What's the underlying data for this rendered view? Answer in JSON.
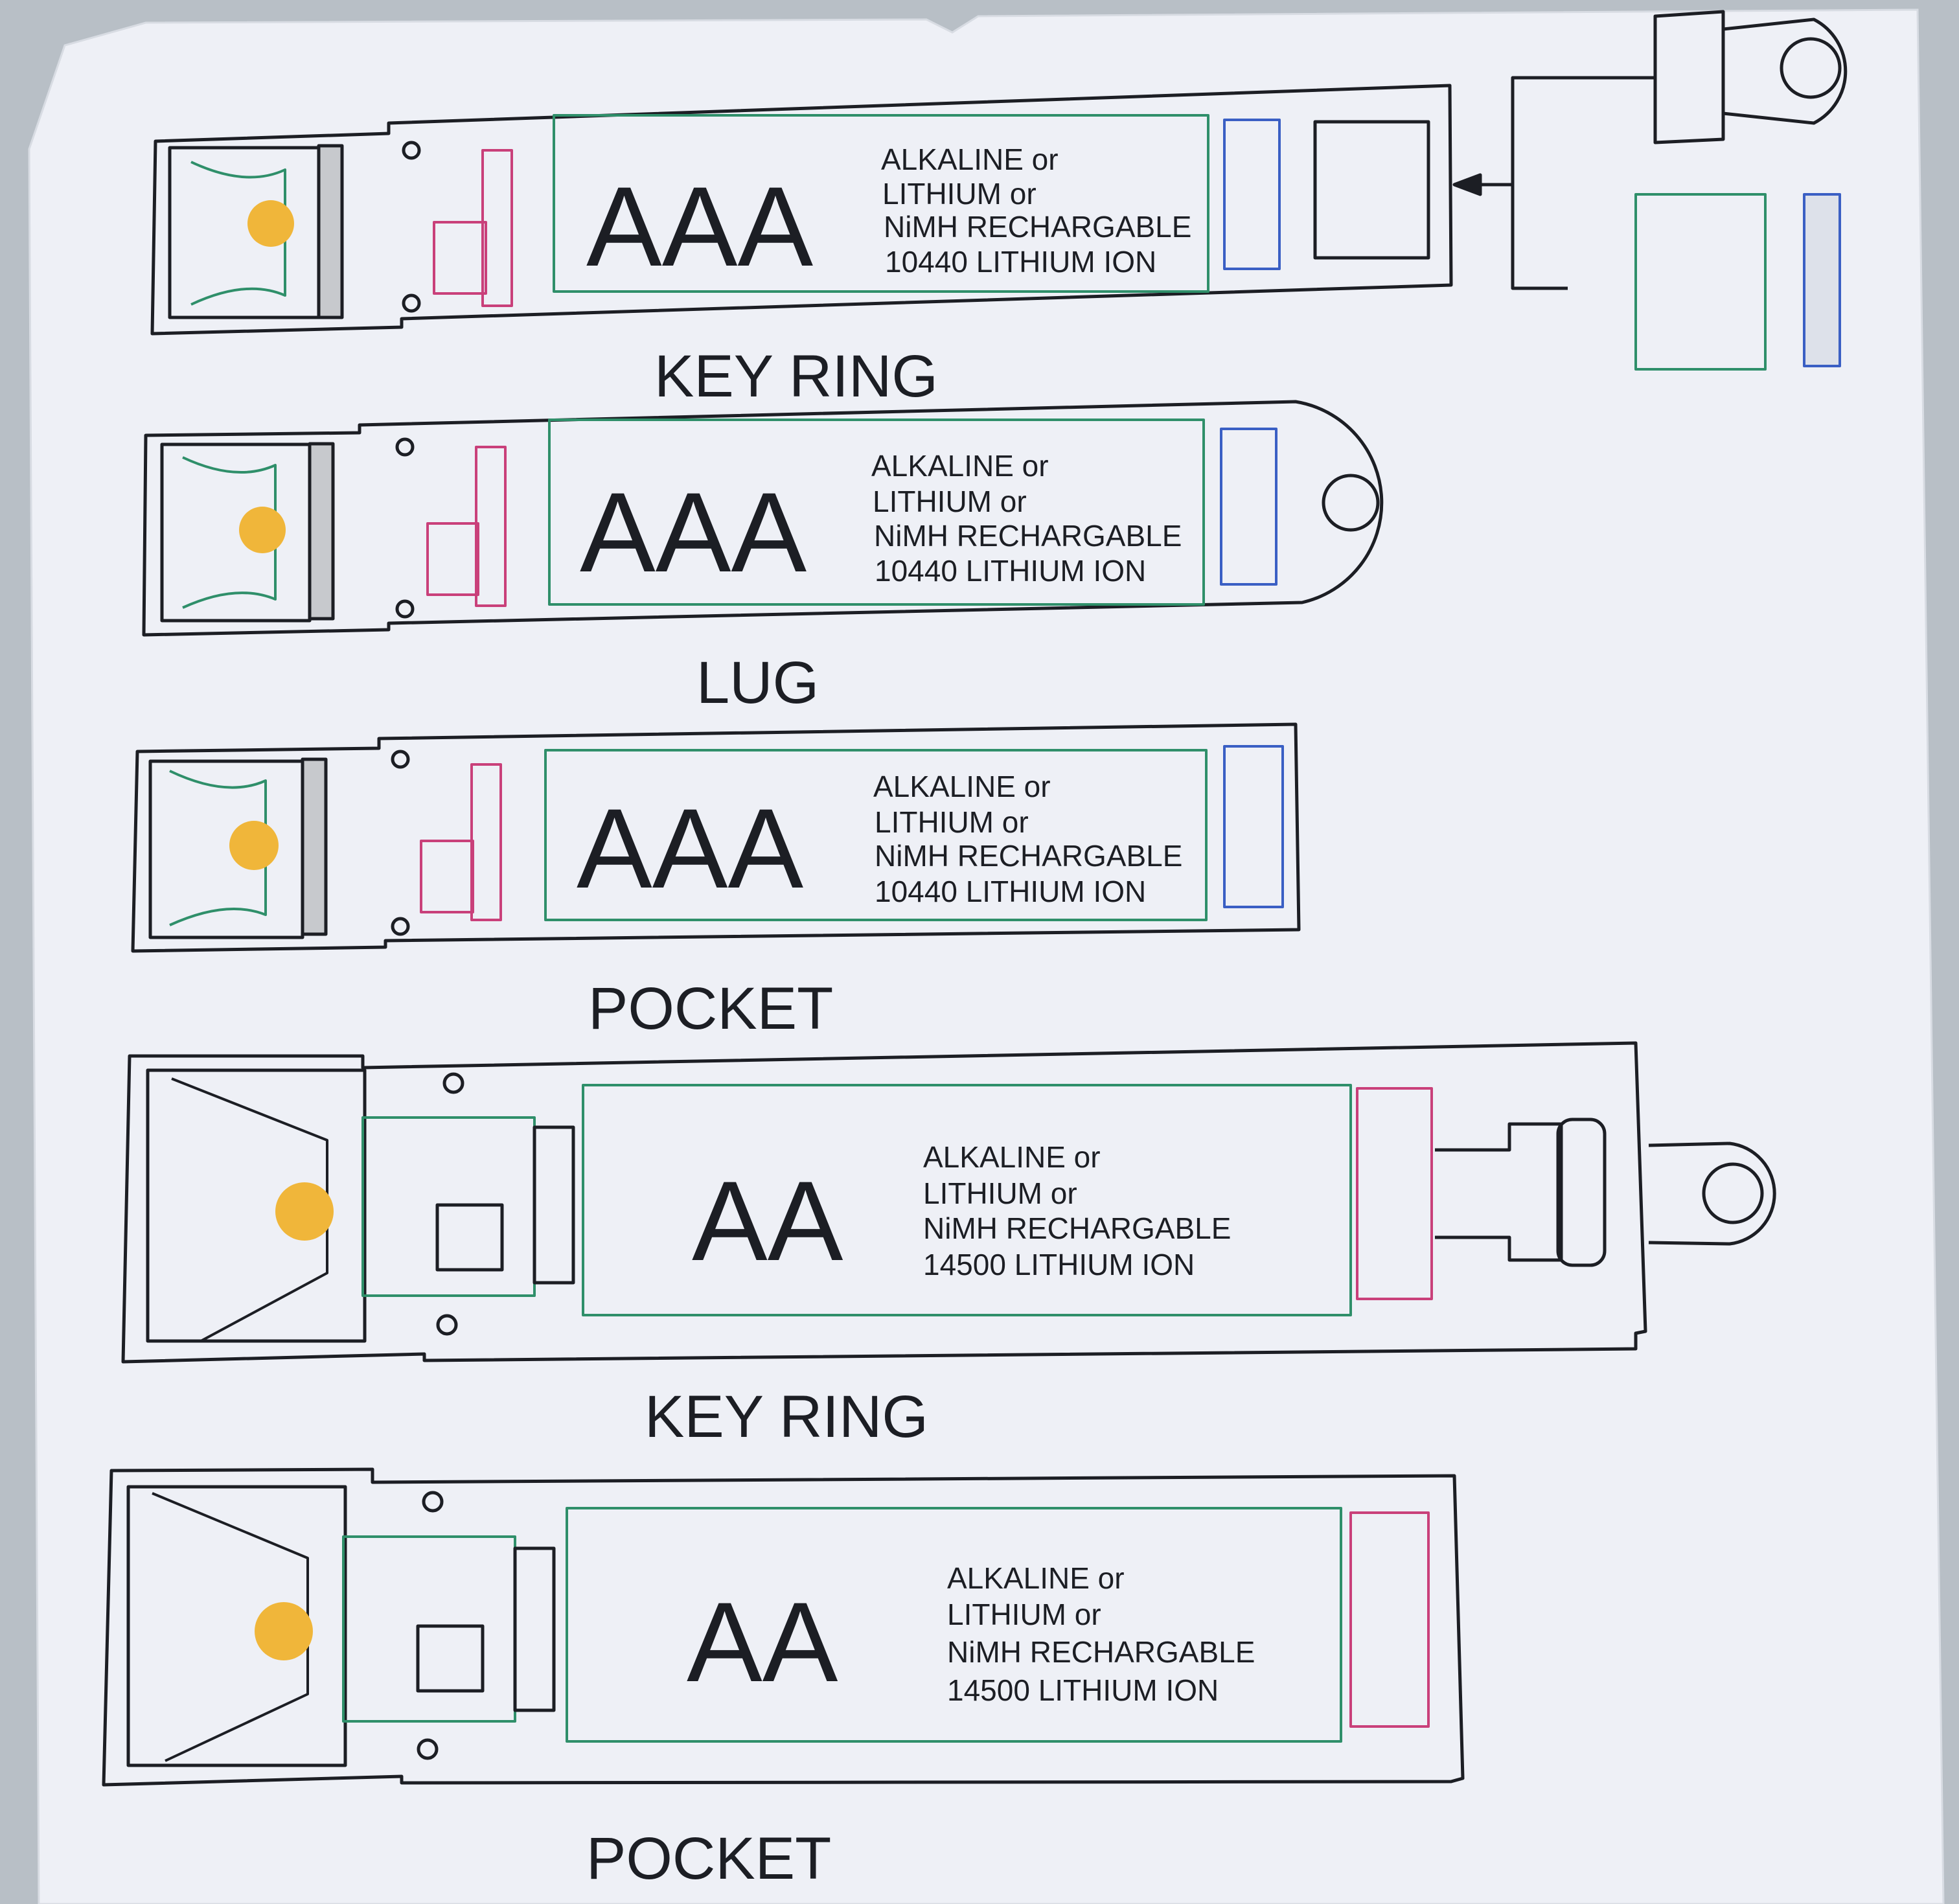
{
  "colors": {
    "paper": "#eef0f6",
    "ink": "#1c1e24",
    "green": "#2f8f6a",
    "pink": "#c9407a",
    "blue": "#3a5fc4",
    "led": "#f0b63a"
  },
  "lights": [
    {
      "battery_size": "AAA",
      "battery_notes": [
        "ALKALINE  or",
        "LITHIUM  or",
        "NiMH RECHARGABLE",
        "10440 LITHIUM ION"
      ],
      "variant_label": "KEY RING"
    },
    {
      "battery_size": "AAA",
      "battery_notes": [
        "ALKALINE  or",
        "LITHIUM  or",
        "NiMH RECHARGABLE",
        "10440 LITHIUM ION"
      ],
      "variant_label": "LUG"
    },
    {
      "battery_size": "AAA",
      "battery_notes": [
        "ALKALINE  or",
        "LITHIUM  or",
        "NiMH RECHARGABLE",
        "10440 LITHIUM ION"
      ],
      "variant_label": "POCKET"
    },
    {
      "battery_size": "AA",
      "battery_notes": [
        "ALKALINE  or",
        "LITHIUM  or",
        "NiMH RECHARGABLE",
        "14500 LITHIUM ION"
      ],
      "variant_label": "KEY RING"
    },
    {
      "battery_size": "AA",
      "battery_notes": [
        "ALKALINE  or",
        "LITHIUM  or",
        "NiMH RECHARGABLE",
        "14500 LITHIUM ION"
      ],
      "variant_label": "POCKET"
    }
  ]
}
